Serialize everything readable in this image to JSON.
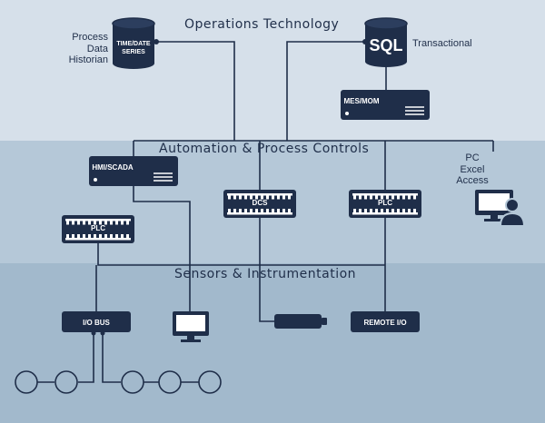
{
  "colors": {
    "ot_band": "#d6e0ea",
    "apc_band": "#b5c8d8",
    "sensors_band": "#a2b9cc",
    "device": "#1f2e49",
    "line": "#1f2e49",
    "device_text": "#ffffff"
  },
  "zones": {
    "operations_technology": "Operations Technology",
    "automation_process_controls": "Automation & Process Controls",
    "sensors_instrumentation": "Sensors & Instrumentation"
  },
  "labels": {
    "process_data_historian": [
      "Process",
      "Data",
      "Historian"
    ],
    "transactional": "Transactional",
    "pc_excel_access": [
      "PC",
      "Excel",
      "Access"
    ]
  },
  "devices": {
    "historian_db": {
      "line1": "TIME/DATE",
      "line2": "SERIES",
      "icon": "database-icon"
    },
    "sql_db": {
      "label": "SQL",
      "icon": "database-icon"
    },
    "mes_mom": "MES/MOM",
    "hmi_scada": "HMI/SCADA",
    "plc_left": "PLC",
    "dcs": "DCS",
    "plc_right": "PLC",
    "io_bus": "I/O BUS",
    "remote_io": "REMOTE I/O",
    "monitor": {
      "icon": "monitor-icon"
    },
    "pc_user": {
      "icon": "pc-user-icon"
    },
    "sensor": {
      "icon": "sensor-capsule-icon"
    },
    "field_devices": {
      "count": 5,
      "icon": "circle-device-icon"
    }
  }
}
